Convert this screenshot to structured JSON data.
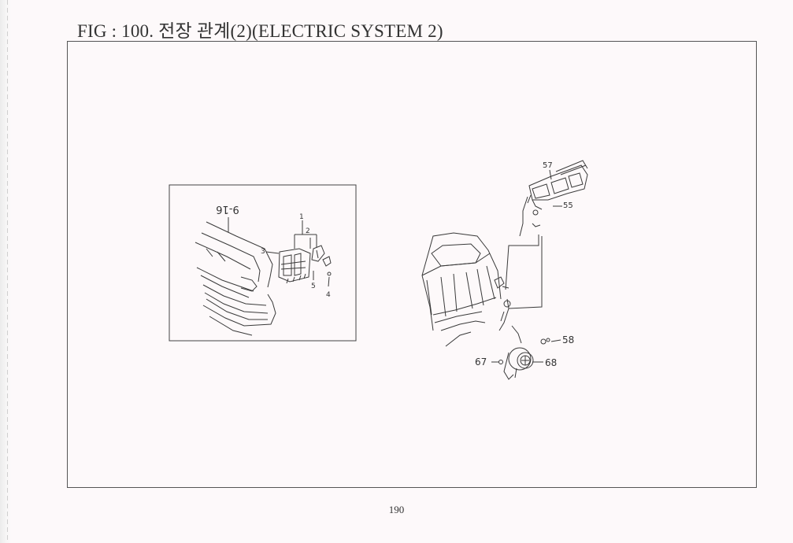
{
  "page": {
    "title": "FIG : 100. 전장 관계(2)(ELECTRIC SYSTEM 2)",
    "page_number": "190"
  },
  "inset": {
    "reference": "9-16",
    "callouts": [
      "1",
      "2",
      "3",
      "4",
      "5"
    ]
  },
  "main": {
    "callouts": [
      "57",
      "55",
      "58",
      "67",
      "68"
    ]
  }
}
